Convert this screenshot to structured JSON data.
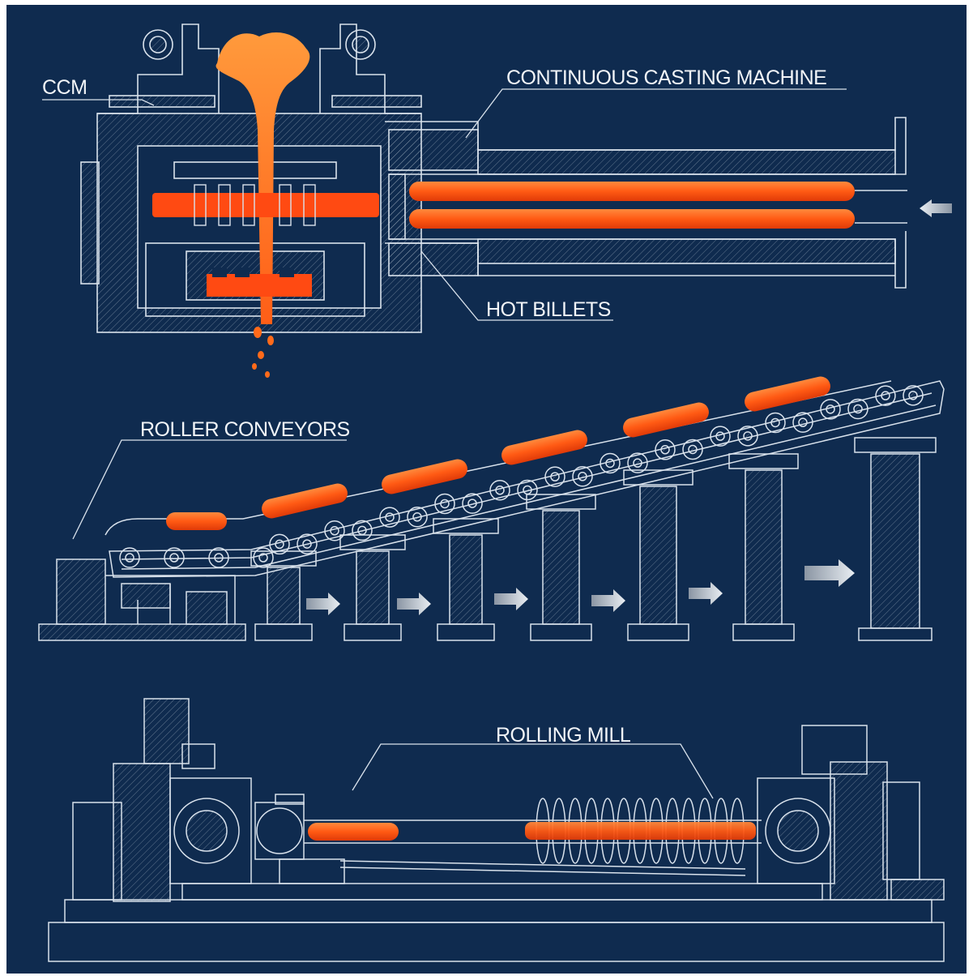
{
  "labels": {
    "ccm": "CCM",
    "continuous_casting_machine": "CONTINUOUS CASTING MACHINE",
    "hot_billets": "HOT BILLETS",
    "roller_conveyors": "ROLLER CONVEYORS",
    "rolling_mill": "ROLLING MILL"
  },
  "colors": {
    "background": "#0f2b4f",
    "line": "#d9e2ec",
    "molten_metal": "#ff6a1a",
    "billet": "#ff5a14",
    "arrow": "#c8d0d8"
  },
  "icons": [
    "arrow-left-icon",
    "arrow-right-icon"
  ]
}
